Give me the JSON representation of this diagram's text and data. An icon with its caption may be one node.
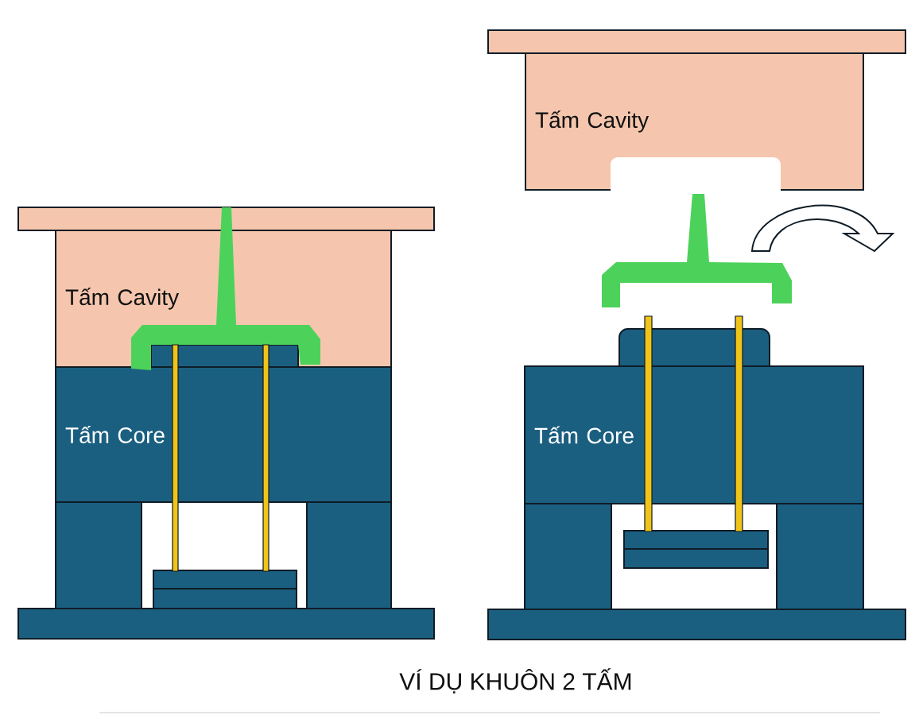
{
  "diagram": {
    "caption": "VÍ DỤ KHUÔN 2 TẤM",
    "nodes": [
      {
        "text": [],
        "shape": "box"
      },
      {
        "text": [
          "Tấm Cavity"
        ]
      },
      {
        "text": [],
        "shape": "box",
        "in": 1
      },
      {
        "text": [
          "Tấm Core"
        ]
      },
      {
        "text": [],
        "shape": "box"
      },
      {
        "text": [],
        "shape": "box"
      },
      {
        "text": [],
        "shape": "box"
      },
      {
        "text": [],
        "shape": "box"
      },
      {
        "text": [],
        "shape": "box"
      },
      {
        "text": [],
        "shape": "box"
      },
      {
        "text": [
          "Tấm Cavity"
        ]
      },
      {
        "text": [],
        "shape": "box"
      },
      {
        "text": [
          "Tấm Core"
        ]
      },
      {
        "text": [],
        "shape": "box"
      },
      {
        "text": [],
        "shape": "box"
      },
      {
        "text": [],
        "shape": "box"
      },
      {
        "text": [],
        "shape": "box"
      },
      {
        "text": [],
        "shape": "box"
      }
    ]
  }
}
